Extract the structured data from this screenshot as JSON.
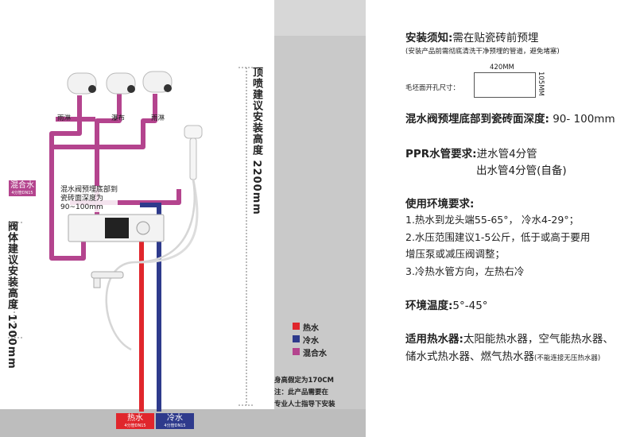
{
  "diagram": {
    "labels": {
      "top_height_value": "2200mm",
      "top_height_text": "顶喷建议安装高度",
      "valve_height_value": "1200mm",
      "valve_height_text": "阀体建议安装高度",
      "nozzle_left": "雨淋",
      "nozzle_middle": "瀑布",
      "nozzle_right": "雨淋",
      "mix_tag": "混合水",
      "mix_tag_sub": "4分管DN15",
      "valve_note_line1": "混水阀预埋底部到",
      "valve_note_line2": "瓷砖面深度为",
      "valve_note_line3": "90~100mm",
      "hot_tag": "热水",
      "hot_tag_sub": "4分管DN15",
      "cold_tag": "冷水",
      "cold_tag_sub": "4分管DN15",
      "note_line1": "身高假定为170CM",
      "note_line2": "注：此产品需要在",
      "note_line3": "专业人士指导下安装"
    },
    "legend": [
      {
        "label": "热水",
        "color": "#e0262c"
      },
      {
        "label": "冷水",
        "color": "#2e3a8c"
      },
      {
        "label": "混合水",
        "color": "#b4448e"
      }
    ],
    "colors": {
      "hot": "#e0262c",
      "cold": "#2e3a8c",
      "mix": "#b4448e",
      "wall": "#cfcfcf"
    }
  },
  "panel": {
    "install_title": "安装须知:",
    "install_text": "需在贴瓷砖前预埋",
    "install_sub": "(安装产品前需彻底清洗干净预埋的管道，避免堵塞)",
    "hole_label": "毛坯面开孔尺寸：",
    "hole_width": "420MM",
    "hole_height": "105MM",
    "depth_title": "混水阀预埋底部到瓷砖面深度:",
    "depth_value": " 90- 100mm",
    "ppr_title": "PPR水管要求:",
    "ppr_in": "进水管4分管",
    "ppr_out": "出水管4分管(自备)",
    "env_title": "使用环境要求:",
    "env_1": "1.热水到龙头端55-65°， 冷水4-29°；",
    "env_2": "2.水压范围建议1-5公斤，低于或高于要用",
    "env_2b": "增压泵或减压阀调整；",
    "env_3": "3.冷热水管方向，左热右冷",
    "temp_title": "环境温度:",
    "temp_value": "5°-45°",
    "heater_title": "适用热水器:",
    "heater_text1": "太阳能热水器，空气能热水器、",
    "heater_text2": "储水式热水器、燃气热水器",
    "heater_note": "(不能连接无压热水器)"
  }
}
